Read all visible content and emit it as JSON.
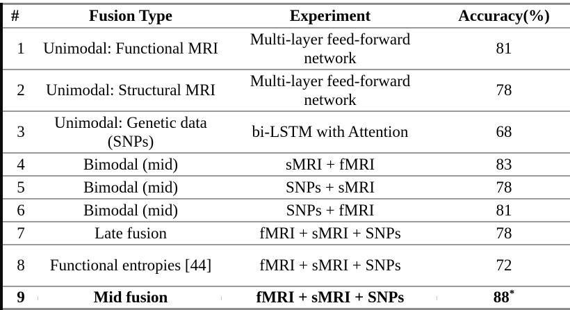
{
  "table": {
    "caption_present": false,
    "columns": [
      {
        "key": "num",
        "header": "#",
        "align": "left"
      },
      {
        "key": "fusion_type",
        "header": "Fusion Type",
        "align": "center"
      },
      {
        "key": "experiment",
        "header": "Experiment",
        "align": "center"
      },
      {
        "key": "accuracy",
        "header": "Accuracy(%)",
        "align": "center"
      }
    ],
    "rows": [
      {
        "num": "1",
        "fusion_type": "Unimodal: Functional MRI",
        "experiment": "Multi-layer feed-forward network",
        "accuracy": "81",
        "accuracy_note": "",
        "bold": false,
        "lines": 2
      },
      {
        "num": "2",
        "fusion_type": "Unimodal: Structural MRI",
        "experiment": "Multi-layer feed-forward network",
        "accuracy": "78",
        "accuracy_note": "",
        "bold": false,
        "lines": 2
      },
      {
        "num": "3",
        "fusion_type": "Unimodal: Genetic data (SNPs)",
        "experiment": "bi-LSTM with Attention",
        "accuracy": "68",
        "accuracy_note": "",
        "bold": false,
        "lines": 2
      },
      {
        "num": "4",
        "fusion_type": "Bimodal (mid)",
        "experiment": "sMRI + fMRI",
        "accuracy": "83",
        "accuracy_note": "",
        "bold": false,
        "lines": 1
      },
      {
        "num": "5",
        "fusion_type": "Bimodal (mid)",
        "experiment": "SNPs + sMRI",
        "accuracy": "78",
        "accuracy_note": "",
        "bold": false,
        "lines": 1
      },
      {
        "num": "6",
        "fusion_type": "Bimodal (mid)",
        "experiment": "SNPs + fMRI",
        "accuracy": "81",
        "accuracy_note": "",
        "bold": false,
        "lines": 1
      },
      {
        "num": "7",
        "fusion_type": "Late fusion",
        "experiment": "fMRI + sMRI + SNPs",
        "accuracy": "78",
        "accuracy_note": "",
        "bold": false,
        "lines": 1
      },
      {
        "num": "8",
        "fusion_type": "Functional entropies [44]",
        "experiment": "fMRI + sMRI + SNPs",
        "accuracy": "72",
        "accuracy_note": "",
        "bold": false,
        "lines": 2
      },
      {
        "num": "9",
        "fusion_type": "Mid fusion",
        "experiment": "fMRI + sMRI + SNPs",
        "accuracy": "88",
        "accuracy_note": "*",
        "bold": true,
        "lines": 1
      }
    ],
    "colors": {
      "frame": "#0a0a0a",
      "rule": "#9a9a9a",
      "text": "#000000",
      "background": "#ffffff"
    }
  }
}
